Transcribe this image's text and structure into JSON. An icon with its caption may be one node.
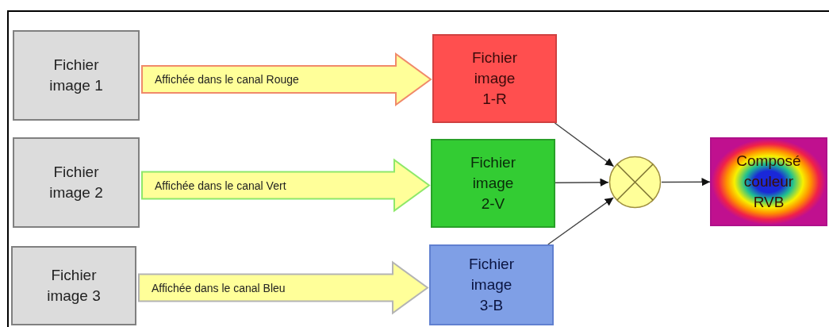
{
  "diagram": {
    "nodes": [
      {
        "text": [
          "Fichier image 1"
        ]
      },
      {
        "text": [
          "Fichier image 2"
        ]
      },
      {
        "text": [
          "Fichier image 3"
        ]
      },
      {
        "text": [
          "Fichier image 1-R"
        ]
      },
      {
        "text": [
          "Fichier image 2-V"
        ]
      },
      {
        "text": [
          "Fichier image 3-B"
        ]
      },
      {
        "text": [],
        "shape": "circle"
      },
      {
        "text": [
          "Composé couleur RVB"
        ]
      }
    ],
    "edges": [
      {
        "from": 0,
        "to": 3,
        "arrow": "to",
        "label": "Affichée dans le canal Rouge",
        "style": "thick",
        "color": "#f08a6a"
      },
      {
        "from": 1,
        "to": 4,
        "arrow": "to",
        "label": "Affichée dans le canal Vert",
        "style": "thick",
        "color": "#8ee86a"
      },
      {
        "from": 2,
        "to": 5,
        "arrow": "to",
        "label": "Affichée dans le canal Bleu",
        "style": "thick",
        "color": "#b4b4b4"
      },
      {
        "from": 3,
        "to": 6,
        "arrow": "to"
      },
      {
        "from": 4,
        "to": 6,
        "arrow": "to"
      },
      {
        "from": 5,
        "to": 6,
        "arrow": "to"
      },
      {
        "from": 6,
        "to": 7,
        "arrow": "to"
      }
    ]
  }
}
